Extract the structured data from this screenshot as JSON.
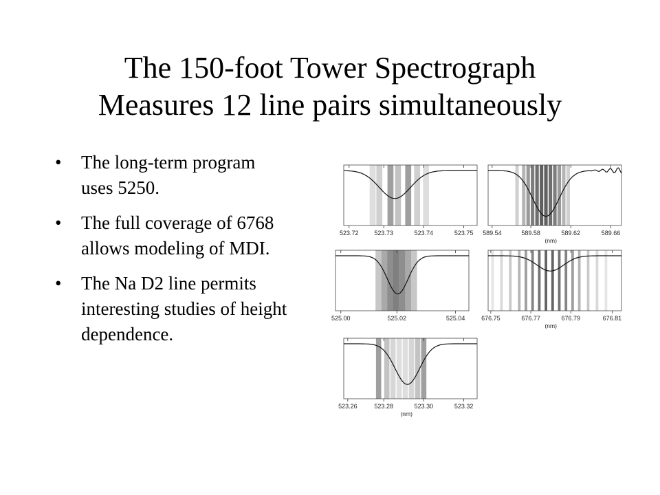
{
  "title_line1": "The 150-foot Tower Spectrograph",
  "title_line2": "Measures 12 line pairs simultaneously",
  "bullets": [
    "The long-term program uses 5250.",
    "The full coverage of 6768 allows modeling of MDI.",
    "The Na D2 line permits interesting studies of height dependence."
  ],
  "chart_data": [
    {
      "type": "line",
      "xlabel": "",
      "ticks": [
        "523.72",
        "523.73",
        "523.74",
        "523.75"
      ],
      "xlim": [
        523.72,
        523.75
      ],
      "line_center": 523.7315,
      "line_depth": 0.55,
      "line_width": 0.0035,
      "bands": [
        523.7265,
        523.728,
        523.7305,
        523.7322,
        523.7345,
        523.7365,
        523.7385
      ],
      "band_shades": [
        "#d8d8d8",
        "#c8c8c8",
        "#8e8e8e",
        "#b8b8b8",
        "#8e8e8e",
        "#c8c8c8",
        "#d8d8d8"
      ]
    },
    {
      "type": "line",
      "xlabel": "(nm)",
      "ticks": [
        "589.54",
        "589.58",
        "589.62",
        "589.66"
      ],
      "xlim": [
        589.54,
        589.66
      ],
      "line_center": 589.592,
      "line_depth": 0.9,
      "line_width": 0.012,
      "bands": [
        589.566,
        589.572,
        589.576,
        589.58,
        589.584,
        589.588,
        589.592,
        589.596,
        589.6,
        589.604,
        589.608,
        589.612
      ],
      "band_shades": [
        "#c8c8c8",
        "#a8a8a8",
        "#888888",
        "#666666",
        "#555555",
        "#444444",
        "#444444",
        "#555555",
        "#666666",
        "#888888",
        "#a8a8a8",
        "#c8c8c8"
      ]
    },
    {
      "type": "line",
      "xlabel": "",
      "ticks": [
        "525.00",
        "525.02",
        "525.04"
      ],
      "xlim": [
        525.0,
        525.045
      ],
      "line_center": 525.021,
      "line_depth": 0.75,
      "line_width": 0.0035,
      "bands": [
        525.0145,
        525.0165,
        525.0185,
        525.0205,
        525.0225,
        525.0245,
        525.0265
      ],
      "band_shades": [
        "#bdbdbd",
        "#9a9a9a",
        "#7a7a7a",
        "#6a6a6a",
        "#7a7a7a",
        "#9a9a9a",
        "#bdbdbd"
      ]
    },
    {
      "type": "line",
      "xlabel": "(nm)",
      "ticks": [
        "676.75",
        "676.77",
        "676.79",
        "676.81"
      ],
      "xlim": [
        676.75,
        676.81
      ],
      "line_center": 676.778,
      "line_depth": 0.3,
      "line_width": 0.006,
      "bands": [
        676.752,
        676.756,
        676.76,
        676.764,
        676.767,
        676.77,
        676.773,
        676.776,
        676.779,
        676.782,
        676.785,
        676.788,
        676.791,
        676.795,
        676.799,
        676.803
      ],
      "band_shades": [
        "#e0e0e0",
        "#d2d2d2",
        "#c0c0c0",
        "#a8a8a8",
        "#8e8e8e",
        "#707070",
        "#5a5a5a",
        "#4a4a4a",
        "#4a4a4a",
        "#5a5a5a",
        "#707070",
        "#8e8e8e",
        "#a8a8a8",
        "#c0c0c0",
        "#d2d2d2",
        "#e0e0e0"
      ]
    },
    {
      "type": "line",
      "xlabel": "(nm)",
      "ticks": [
        "523.26",
        "523.28",
        "523.30",
        "523.32"
      ],
      "xlim": [
        523.26,
        523.325
      ],
      "line_center": 523.291,
      "line_depth": 0.8,
      "line_width": 0.006,
      "bands": [
        523.277,
        523.281,
        523.284,
        523.287,
        523.29,
        523.293,
        523.296,
        523.299
      ],
      "band_shades": [
        "#8e8e8e",
        "#b8b8b8",
        "#cfcfcf",
        "#d8d8d8",
        "#d8d8d8",
        "#cfcfcf",
        "#b8b8b8",
        "#8e8e8e"
      ]
    }
  ]
}
